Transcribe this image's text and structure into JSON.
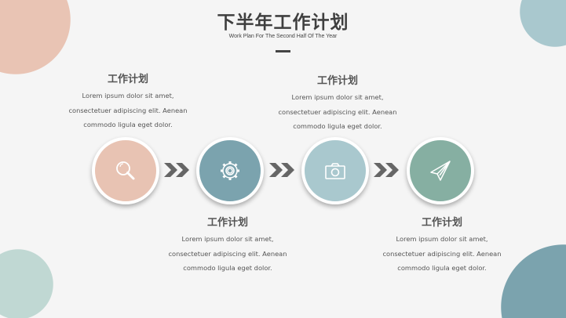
{
  "header": {
    "title": "下半年工作计划",
    "subtitle": "Work Plan For The Second Half Of The Year"
  },
  "steps": [
    {
      "icon": "search-icon",
      "color": "#e8c3b3"
    },
    {
      "icon": "gear-icon",
      "color": "#7ba3ae"
    },
    {
      "icon": "camera-icon",
      "color": "#a9c8ce"
    },
    {
      "icon": "paper-plane-icon",
      "color": "#86afa2"
    }
  ],
  "blocks": [
    {
      "title": "工作计划",
      "lines": [
        "Lorem ipsum dolor sit amet,",
        "consectetuer adipiscing elit. Aenean",
        "commodo ligula eget dolor."
      ]
    },
    {
      "title": "工作计划",
      "lines": [
        "Lorem ipsum dolor sit amet,",
        "consectetuer adipiscing elit. Aenean",
        "commodo ligula eget dolor."
      ]
    },
    {
      "title": "工作计划",
      "lines": [
        "Lorem ipsum dolor sit amet,",
        "consectetuer adipiscing elit. Aenean",
        "commodo ligula eget dolor."
      ]
    },
    {
      "title": "工作计划",
      "lines": [
        "Lorem ipsum dolor sit amet,",
        "consectetuer adipiscing elit. Aenean",
        "commodo ligula eget dolor."
      ]
    }
  ]
}
